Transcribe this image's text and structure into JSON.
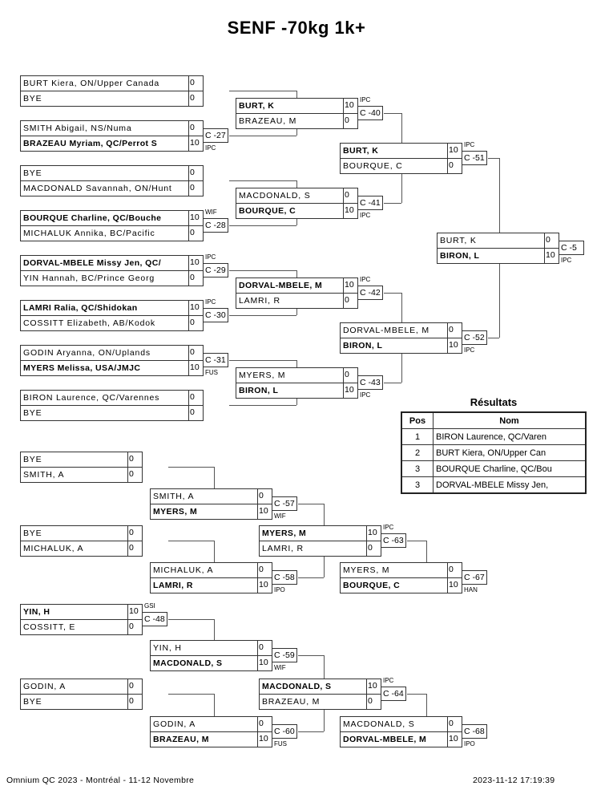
{
  "title": "SENF -70kg 1k+",
  "main_bracket": {
    "round1": [
      {
        "id": "m1",
        "p1": {
          "name": "BURT Kiera, ON/Upper Canada",
          "score": "0",
          "win": false
        },
        "p2": {
          "name": "BYE",
          "score": "0",
          "win": false
        },
        "contest": "",
        "code": ""
      },
      {
        "id": "m2",
        "p1": {
          "name": "SMITH Abigail, NS/Numa",
          "score": "0",
          "win": false
        },
        "p2": {
          "name": "BRAZEAU Myriam, QC/Perrot S",
          "score": "10",
          "win": true
        },
        "contest": "C -27",
        "code": "IPC"
      },
      {
        "id": "m3",
        "p1": {
          "name": "BYE",
          "score": "0",
          "win": false
        },
        "p2": {
          "name": "MACDONALD Savannah, ON/Hunt",
          "score": "0",
          "win": false
        },
        "contest": "",
        "code": ""
      },
      {
        "id": "m4",
        "p1": {
          "name": "BOURQUE Charline, QC/Bouche",
          "score": "10",
          "win": true
        },
        "p2": {
          "name": "MICHALUK Annika, BC/Pacific",
          "score": "0",
          "win": false
        },
        "contest": "C -28",
        "code": "WIF"
      },
      {
        "id": "m5",
        "p1": {
          "name": "DORVAL-MBELE Missy Jen, QC/",
          "score": "10",
          "win": true
        },
        "p2": {
          "name": "YIN Hannah, BC/Prince Georg",
          "score": "0",
          "win": false
        },
        "contest": "C -29",
        "code": "IPC"
      },
      {
        "id": "m6",
        "p1": {
          "name": "LAMRI Ralia, QC/Shidokan",
          "score": "10",
          "win": true
        },
        "p2": {
          "name": "COSSITT Elizabeth, AB/Kodok",
          "score": "0",
          "win": false
        },
        "contest": "C -30",
        "code": "IPC"
      },
      {
        "id": "m7",
        "p1": {
          "name": "GODIN Aryanna, ON/Uplands",
          "score": "0",
          "win": false
        },
        "p2": {
          "name": "MYERS Melissa, USA/JMJC",
          "score": "10",
          "win": true
        },
        "contest": "C -31",
        "code": "FUS"
      },
      {
        "id": "m8",
        "p1": {
          "name": "BIRON Laurence, QC/Varennes",
          "score": "0",
          "win": false
        },
        "p2": {
          "name": "BYE",
          "score": "0",
          "win": false
        },
        "contest": "",
        "code": ""
      }
    ],
    "round2": [
      {
        "p1": {
          "name": "BURT, K",
          "score": "10",
          "win": true
        },
        "p2": {
          "name": "BRAZEAU, M",
          "score": "0",
          "win": false
        },
        "contest": "C -40",
        "code": "IPC"
      },
      {
        "p1": {
          "name": "MACDONALD, S",
          "score": "0",
          "win": false
        },
        "p2": {
          "name": "BOURQUE, C",
          "score": "10",
          "win": true
        },
        "contest": "C -41",
        "code": "IPC"
      },
      {
        "p1": {
          "name": "DORVAL-MBELE, M",
          "score": "10",
          "win": true
        },
        "p2": {
          "name": "LAMRI, R",
          "score": "0",
          "win": false
        },
        "contest": "C -42",
        "code": "IPC"
      },
      {
        "p1": {
          "name": "MYERS, M",
          "score": "0",
          "win": false
        },
        "p2": {
          "name": "BIRON, L",
          "score": "10",
          "win": true
        },
        "contest": "C -43",
        "code": "IPC"
      }
    ],
    "semis": [
      {
        "p1": {
          "name": "BURT, K",
          "score": "10",
          "win": true
        },
        "p2": {
          "name": "BOURQUE, C",
          "score": "0",
          "win": false
        },
        "contest": "C -51",
        "code": "IPC"
      },
      {
        "p1": {
          "name": "DORVAL-MBELE, M",
          "score": "0",
          "win": false
        },
        "p2": {
          "name": "BIRON, L",
          "score": "10",
          "win": true
        },
        "contest": "C -52",
        "code": "IPC"
      }
    ],
    "final": {
      "p1": {
        "name": "BURT, K",
        "score": "0",
        "win": false
      },
      "p2": {
        "name": "BIRON, L",
        "score": "10",
        "win": true
      },
      "contest": "C -5",
      "code": "IPC"
    }
  },
  "repechage": {
    "r1": [
      {
        "p1": {
          "name": "BYE",
          "score": "0",
          "win": false
        },
        "p2": {
          "name": "SMITH, A",
          "score": "0",
          "win": false
        },
        "contest": "",
        "code": ""
      },
      {
        "p1": {
          "name": "BYE",
          "score": "0",
          "win": false
        },
        "p2": {
          "name": "MICHALUK, A",
          "score": "0",
          "win": false
        },
        "contest": "",
        "code": ""
      },
      {
        "p1": {
          "name": "YIN, H",
          "score": "10",
          "win": true
        },
        "p2": {
          "name": "COSSITT, E",
          "score": "0",
          "win": false
        },
        "contest": "C -48",
        "code": "GSI"
      },
      {
        "p1": {
          "name": "GODIN, A",
          "score": "0",
          "win": false
        },
        "p2": {
          "name": "BYE",
          "score": "0",
          "win": false
        },
        "contest": "",
        "code": ""
      }
    ],
    "r2": [
      {
        "p1": {
          "name": "SMITH, A",
          "score": "0",
          "win": false
        },
        "p2": {
          "name": "MYERS, M",
          "score": "10",
          "win": true
        },
        "contest": "C -57",
        "code": "WIF"
      },
      {
        "p1": {
          "name": "MICHALUK, A",
          "score": "0",
          "win": false
        },
        "p2": {
          "name": "LAMRI, R",
          "score": "10",
          "win": true
        },
        "contest": "C -58",
        "code": "IPO"
      },
      {
        "p1": {
          "name": "YIN, H",
          "score": "0",
          "win": false
        },
        "p2": {
          "name": "MACDONALD, S",
          "score": "10",
          "win": true
        },
        "contest": "C -59",
        "code": "WIF"
      },
      {
        "p1": {
          "name": "GODIN, A",
          "score": "0",
          "win": false
        },
        "p2": {
          "name": "BRAZEAU, M",
          "score": "10",
          "win": true
        },
        "contest": "C -60",
        "code": "FUS"
      }
    ],
    "r3": [
      {
        "p1": {
          "name": "MYERS, M",
          "score": "10",
          "win": true
        },
        "p2": {
          "name": "LAMRI, R",
          "score": "0",
          "win": false
        },
        "contest": "C -63",
        "code": "IPC"
      },
      {
        "p1": {
          "name": "MACDONALD, S",
          "score": "10",
          "win": true
        },
        "p2": {
          "name": "BRAZEAU, M",
          "score": "0",
          "win": false
        },
        "contest": "C -64",
        "code": "IPC"
      }
    ],
    "bronze": [
      {
        "p1": {
          "name": "MYERS, M",
          "score": "0",
          "win": false
        },
        "p2": {
          "name": "BOURQUE, C",
          "score": "10",
          "win": true
        },
        "contest": "C -67",
        "code": "HAN"
      },
      {
        "p1": {
          "name": "MACDONALD, S",
          "score": "0",
          "win": false
        },
        "p2": {
          "name": "DORVAL-MBELE, M",
          "score": "10",
          "win": true
        },
        "contest": "C -68",
        "code": "IPO"
      }
    ]
  },
  "results": {
    "title": "Résultats",
    "headers": {
      "pos": "Pos",
      "name": "Nom"
    },
    "rows": [
      {
        "pos": "1",
        "name": "BIRON Laurence, QC/Varen"
      },
      {
        "pos": "2",
        "name": "BURT Kiera, ON/Upper Can"
      },
      {
        "pos": "3",
        "name": "BOURQUE Charline, QC/Bou"
      },
      {
        "pos": "3",
        "name": "DORVAL-MBELE Missy Jen,"
      }
    ]
  },
  "footer": {
    "event": "Omnium QC 2023 - Montréal - 11-12 Novembre",
    "timestamp": "2023-11-12 17:19:39"
  }
}
